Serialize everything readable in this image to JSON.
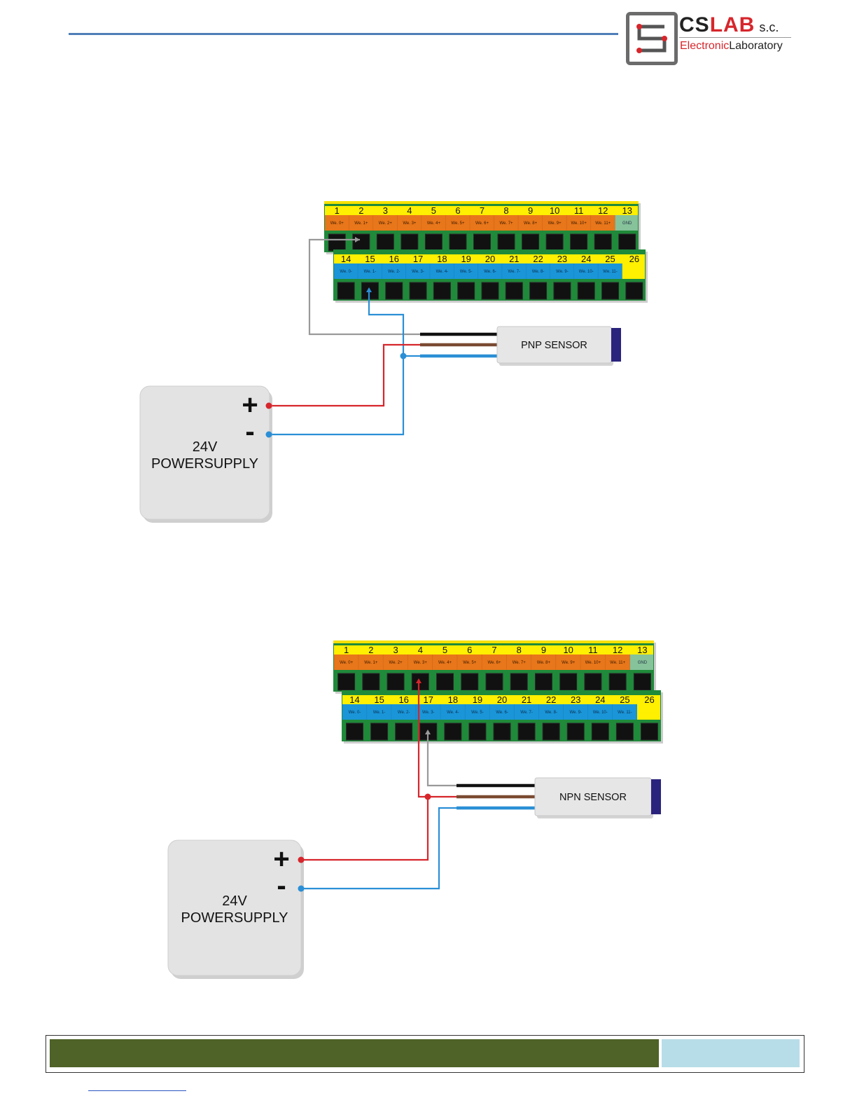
{
  "logo": {
    "title_cs": "CS",
    "title_lab": "LAB",
    "title_suffix": "s.c.",
    "subtitle_part1": "Electronic",
    "subtitle_part2": "Laboratory"
  },
  "colors": {
    "header_rule": "#4f7fb8",
    "wire_red": "#d6262c",
    "wire_blue": "#2a8fd6",
    "wire_black": "#111111",
    "wire_brown": "#7a4a32",
    "wire_gray": "#999999",
    "pcb_green": "#1f8a3a",
    "strip_yellow": "#ffef00",
    "strip_orange": "#e8761a",
    "strip_blue": "#1a95d8",
    "gnd_green": "#86c29a",
    "footer_green": "#4f6228",
    "footer_light_blue": "#b7dde8"
  },
  "diagrams": [
    {
      "top_block": {
        "numbers": [
          "1",
          "2",
          "3",
          "4",
          "5",
          "6",
          "7",
          "8",
          "9",
          "10",
          "11",
          "12",
          "13"
        ],
        "labels": [
          "We. 0+",
          "We. 1+",
          "We. 2+",
          "We. 3+",
          "We. 4+",
          "We. 5+",
          "We. 6+",
          "We. 7+",
          "We. 8+",
          "We. 9+",
          "We. 10+",
          "We. 11+",
          "GND"
        ]
      },
      "bottom_block": {
        "numbers": [
          "14",
          "15",
          "16",
          "17",
          "18",
          "19",
          "20",
          "21",
          "22",
          "23",
          "24",
          "25",
          "26"
        ],
        "labels": [
          "We. 0-",
          "We. 1-",
          "We. 2-",
          "We. 3-",
          "We. 4-",
          "We. 5-",
          "We. 6-",
          "We. 7-",
          "We. 8-",
          "We. 9-",
          "We. 10-",
          "We. 11-",
          ""
        ]
      },
      "sensor_label": "PNP SENSOR",
      "psu": {
        "plus": "+",
        "minus": "-",
        "line1": "24V",
        "line2": "POWERSUPPLY"
      }
    },
    {
      "top_block": {
        "numbers": [
          "1",
          "2",
          "3",
          "4",
          "5",
          "6",
          "7",
          "8",
          "9",
          "10",
          "11",
          "12",
          "13"
        ],
        "labels": [
          "We. 0+",
          "We. 1+",
          "We. 2+",
          "We. 3+",
          "We. 4+",
          "We. 5+",
          "We. 6+",
          "We. 7+",
          "We. 8+",
          "We. 9+",
          "We. 10+",
          "We. 11+",
          "GND"
        ]
      },
      "bottom_block": {
        "numbers": [
          "14",
          "15",
          "16",
          "17",
          "18",
          "19",
          "20",
          "21",
          "22",
          "23",
          "24",
          "25",
          "26"
        ],
        "labels": [
          "We. 0-",
          "We. 1-",
          "We. 2-",
          "We. 3-",
          "We. 4-",
          "We. 5-",
          "We. 6-",
          "We. 7-",
          "We. 8-",
          "We. 9-",
          "We. 10-",
          "We. 11-",
          ""
        ]
      },
      "sensor_label": "NPN SENSOR",
      "psu": {
        "plus": "+",
        "minus": "-",
        "line1": "24V",
        "line2": "POWERSUPPLY"
      }
    }
  ]
}
